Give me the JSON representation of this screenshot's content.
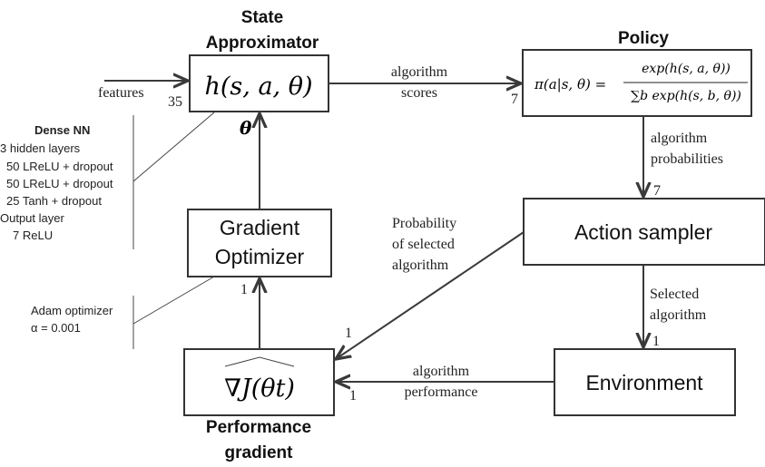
{
  "headings": {
    "state_approximator_1": "State",
    "state_approximator_2": "Approximator",
    "policy": "Policy",
    "performance_gradient_1": "Performance",
    "performance_gradient_2": "gradient"
  },
  "boxes": {
    "state_approximator_formula": "h(s, a, θ)",
    "policy_formula_lhs": "π(a|s, θ) =",
    "policy_formula_num": "exp(h(s, a, θ))",
    "policy_formula_den": "∑b exp(h(s, b, θ))",
    "gradient_optimizer_1": "Gradient",
    "gradient_optimizer_2": "Optimizer",
    "action_sampler": "Action sampler",
    "environment": "Environment",
    "performance_gradient_formula": "∇J(θt)"
  },
  "edges": {
    "features": "features",
    "features_count": "35",
    "algorithm_scores_1": "algorithm",
    "algorithm_scores_2": "scores",
    "scores_count": "7",
    "algorithm_probabilities_1": "algorithm",
    "algorithm_probabilities_2": "probabilities",
    "probabilities_count": "7",
    "selected_algorithm_1": "Selected",
    "selected_algorithm_2": "algorithm",
    "selected_count": "1",
    "algorithm_performance_1": "algorithm",
    "algorithm_performance_2": "performance",
    "performance_count": "1",
    "prob_selected_1": "Probability",
    "prob_selected_2": "of selected",
    "prob_selected_3": "algorithm",
    "prob_selected_count": "1",
    "gradient_to_optimizer_count": "1",
    "theta": "θ"
  },
  "notes": {
    "dense_nn": {
      "title": "Dense NN",
      "lines": [
        "3 hidden layers",
        "50 LReLU + dropout",
        "50 LReLU + dropout",
        "25 Tanh + dropout",
        "Output layer",
        "7 ReLU"
      ]
    },
    "adam": {
      "lines": [
        "Adam optimizer",
        "α = 0.001"
      ]
    }
  }
}
